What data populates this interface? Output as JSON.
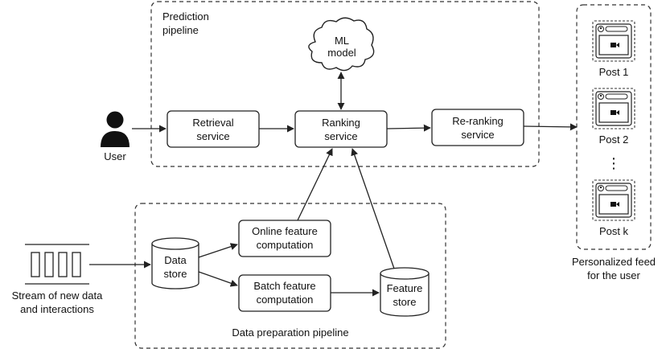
{
  "prediction_pipeline": {
    "label_line1": "Prediction",
    "label_line2": "pipeline"
  },
  "data_preparation_pipeline": {
    "label": "Data preparation pipeline"
  },
  "user": {
    "label": "User",
    "icon": "user-icon"
  },
  "ml_model": {
    "line1": "ML",
    "line2": "model"
  },
  "retrieval_service": {
    "line1": "Retrieval",
    "line2": "service"
  },
  "ranking_service": {
    "line1": "Ranking",
    "line2": "service"
  },
  "reranking_service": {
    "line1": "Re-ranking",
    "line2": "service"
  },
  "online_feature_computation": {
    "line1": "Online feature",
    "line2": "computation"
  },
  "batch_feature_computation": {
    "line1": "Batch feature",
    "line2": "computation"
  },
  "data_store": {
    "line1": "Data",
    "line2": "store"
  },
  "feature_store": {
    "line1": "Feature",
    "line2": "store"
  },
  "stream": {
    "line1": "Stream of new data",
    "line2": "and interactions",
    "icon": "stream-icon"
  },
  "feed": {
    "caption_line1": "Personalized feed",
    "caption_line2": "for the user",
    "posts": [
      {
        "label": "Post 1"
      },
      {
        "label": "Post 2"
      },
      {
        "label": "Post k"
      }
    ],
    "ellipsis": "⋮",
    "post_icons": [
      "avatar-icon",
      "video-camera-icon"
    ]
  },
  "colors": {
    "stroke": "#222222",
    "background": "#ffffff"
  }
}
